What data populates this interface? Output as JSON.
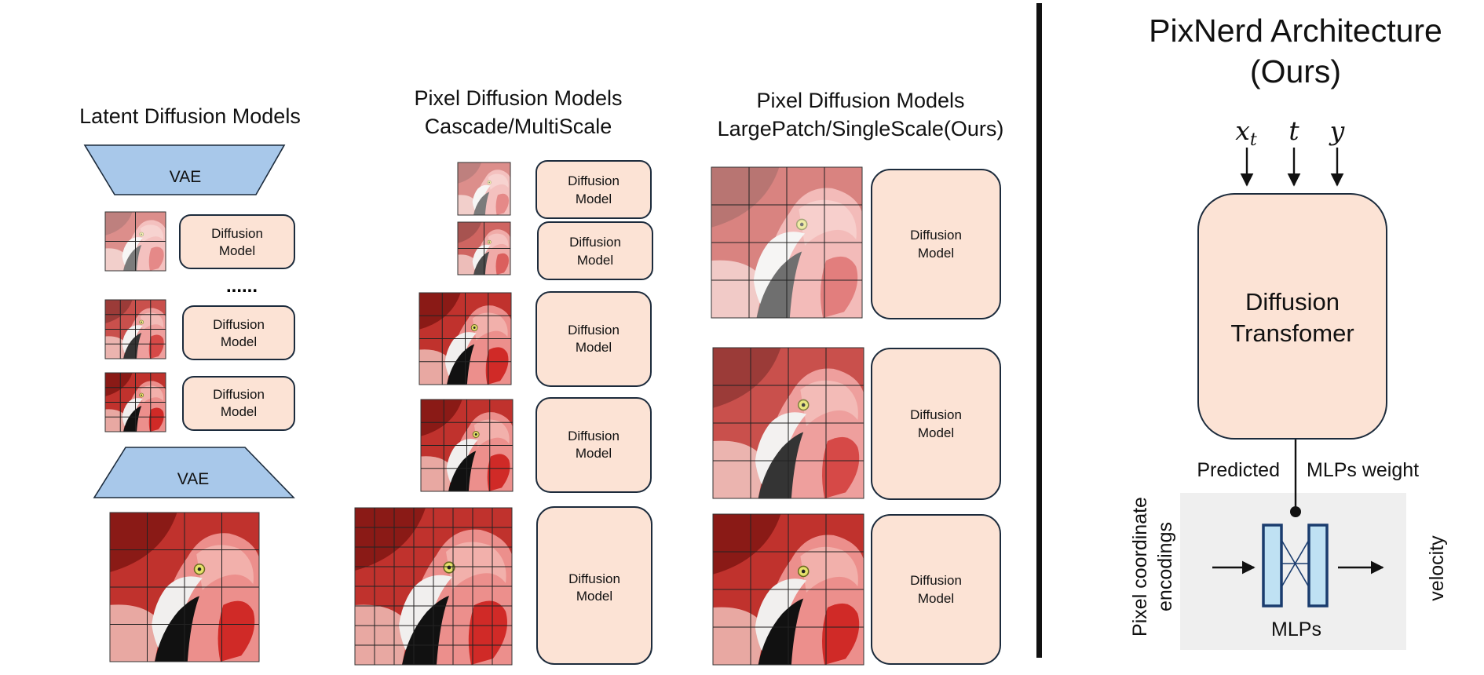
{
  "columns": {
    "latent": {
      "title": "Latent Diffusion Models",
      "vae_top": "VAE",
      "vae_bottom": "VAE",
      "ellipsis": "......"
    },
    "cascade": {
      "title_line1": "Pixel Diffusion Models",
      "title_line2": "Cascade/MultiScale"
    },
    "largepatch": {
      "title_line1": "Pixel Diffusion Models",
      "title_line2": "LargePatch/SingleScale(Ours)"
    }
  },
  "diffusion_model_label": {
    "line1": "Diffusion",
    "line2": "Model"
  },
  "pixnerd": {
    "title_line1": "PixNerd Architecture",
    "title_line2": "(Ours)",
    "inputs": [
      "x",
      "t",
      "y"
    ],
    "input_x_subscript": "t",
    "transformer_line1": "Diffusion",
    "transformer_line2": "Transfomer",
    "predicted_label": "Predicted",
    "weights_label": "MLPs weight",
    "input_label_line1": "Pixel coordinate",
    "input_label_line2": "encodings",
    "mlps_label": "MLPs",
    "output_label": "velocity"
  },
  "colors": {
    "model_fill": "#fce3d5",
    "vae_fill": "#a8c8ea",
    "mlp_fill": "#bfe1f3",
    "mlp_stroke": "#1a3c6e",
    "divider": "#111111",
    "mlp_panel": "#efefef"
  }
}
